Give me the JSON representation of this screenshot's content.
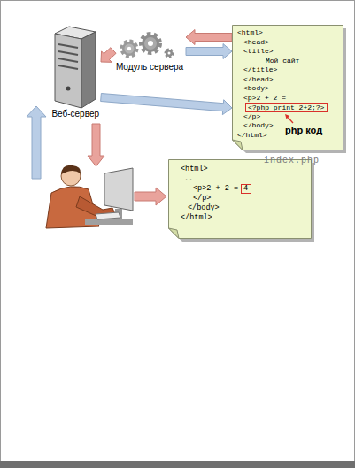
{
  "diagram": {
    "nodes": [
      {
        "text": [
          "Веб-сервер"
        ]
      },
      {
        "text": [
          "Модуль сервера"
        ]
      },
      {
        "text": [
          "<html>",
          "<head>",
          "<title>",
          "Мой сайт",
          "</title>",
          "</head>",
          "<body>",
          "<p>2 + 2 =",
          "</p>",
          "</body>",
          "</html>"
        ]
      },
      {
        "text": [
          "<?php print 2+2;?>"
        ],
        "in": 2
      },
      {
        "text": [
          "<html>",
          "..",
          "<p>2 + 2 =",
          "</p>",
          "</body>",
          "</html>"
        ]
      },
      {
        "text": [
          "4"
        ],
        "in": 4
      }
    ],
    "edges": [
      {
        "from": 2,
        "to": 1,
        "arrow": "to"
      },
      {
        "from": 1,
        "to": 2,
        "arrow": "to"
      },
      {
        "from": 1,
        "to": 0,
        "arrow": "to"
      },
      {
        "from": 0,
        "to": 2,
        "arrow": "to"
      }
    ],
    "labels": [
      "php код",
      "index.php"
    ]
  }
}
